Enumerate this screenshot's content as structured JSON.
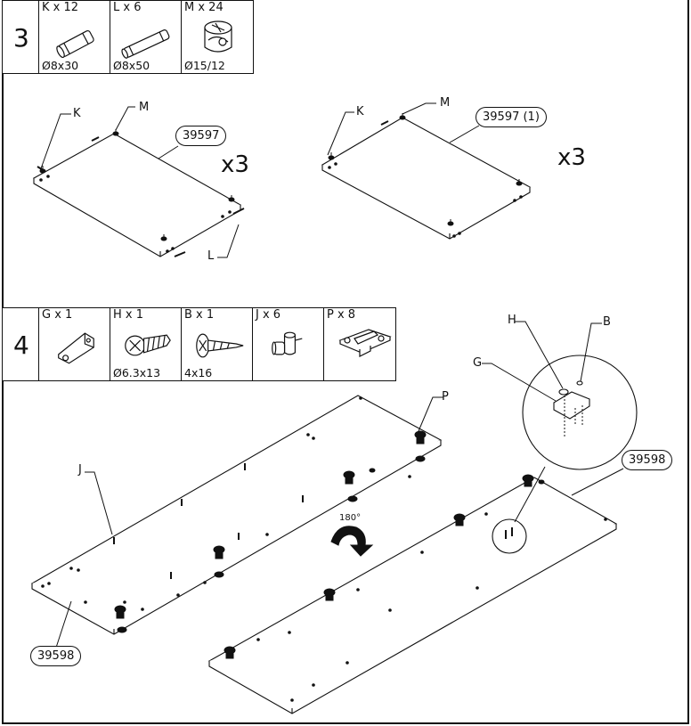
{
  "step3": {
    "number": "3",
    "parts": [
      {
        "qty": "K x 12",
        "size": "Ø8x30",
        "icon": "dowel-icon"
      },
      {
        "qty": "L x 6",
        "size": "Ø8x50",
        "icon": "long-dowel-icon"
      },
      {
        "qty": "M x 24",
        "size": "Ø15/12",
        "icon": "cam-lock-icon"
      }
    ],
    "left_panel": {
      "label_k": "K",
      "label_m": "M",
      "label_l": "L",
      "part_code": "39597",
      "multiplier": "x3"
    },
    "right_panel": {
      "label_k": "K",
      "label_m": "M",
      "part_code": "39597 (1)",
      "multiplier": "x3"
    }
  },
  "step4": {
    "number": "4",
    "parts": [
      {
        "qty": "G x 1",
        "size": "",
        "icon": "bracket-icon"
      },
      {
        "qty": "H x 1",
        "size": "Ø6.3x13",
        "icon": "screw-icon"
      },
      {
        "qty": "B x 1",
        "size": "4x16",
        "icon": "wood-screw-icon"
      },
      {
        "qty": "J x 6",
        "size": "",
        "icon": "shelf-support-icon"
      },
      {
        "qty": "P x 8",
        "size": "",
        "icon": "hinge-plate-icon"
      }
    ],
    "left_panel": {
      "label_j": "J",
      "label_p": "P",
      "part_code": "39598"
    },
    "right_panel": {
      "part_code": "39598"
    },
    "rotation": "180°",
    "detail": {
      "label_h": "H",
      "label_b": "B",
      "label_g": "G"
    }
  }
}
